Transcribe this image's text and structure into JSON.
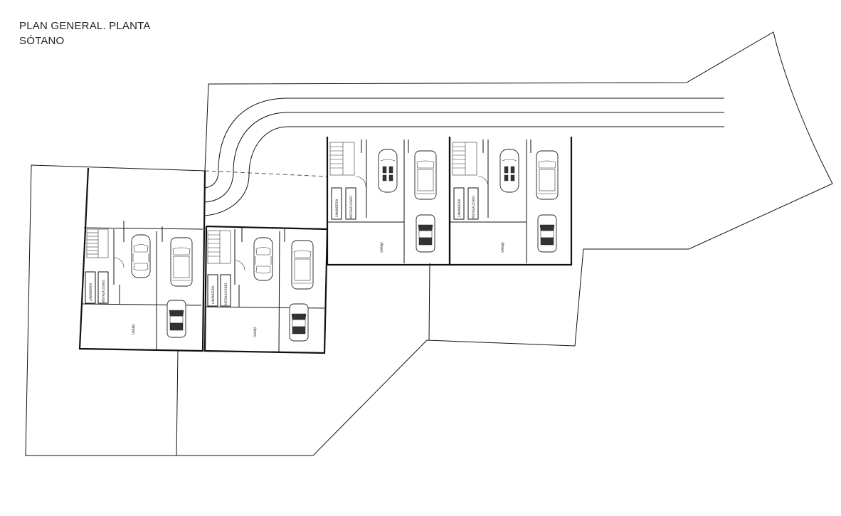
{
  "title": {
    "line1": "PLAN GENERAL. PLANTA",
    "line2": "SÓTANO"
  },
  "rooms": {
    "lavanderia": "LAVANDERÍA",
    "instalaciones": "INSTALACIONES",
    "garaje": "GARAJE"
  },
  "units": [
    {
      "id": "unit-1"
    },
    {
      "id": "unit-2"
    },
    {
      "id": "unit-3"
    },
    {
      "id": "unit-4"
    }
  ],
  "colors": {
    "line": "#111111",
    "background": "#ffffff"
  }
}
